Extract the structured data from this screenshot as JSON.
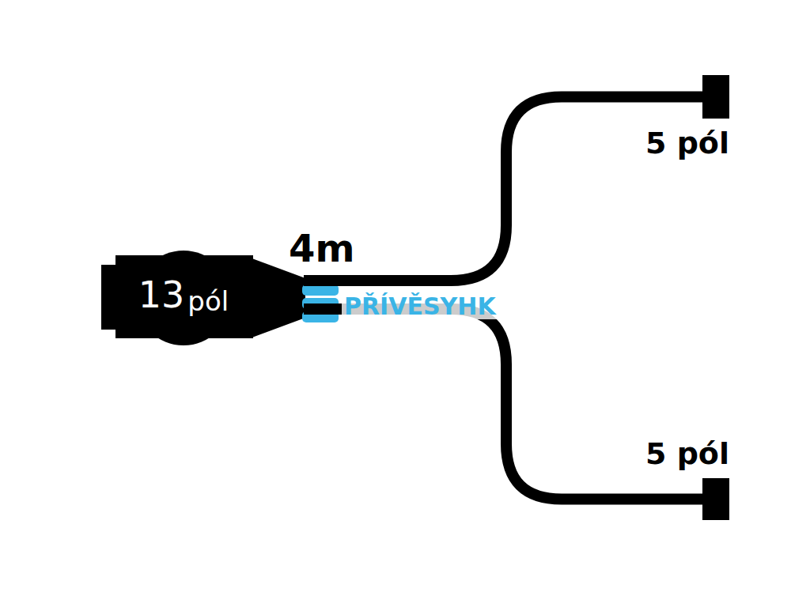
{
  "diagram": {
    "nodes": [
      {
        "text": [
          "13",
          "pól"
        ]
      },
      {
        "text": [
          "5 pól"
        ]
      },
      {
        "text": [
          "5 pól"
        ]
      }
    ],
    "edges": [
      {
        "from": 0,
        "to": 1,
        "arrow": "none"
      },
      {
        "from": 0,
        "to": 2,
        "arrow": "none"
      }
    ],
    "labels": [
      "4m",
      "PŘÍVĚSYHK"
    ]
  }
}
